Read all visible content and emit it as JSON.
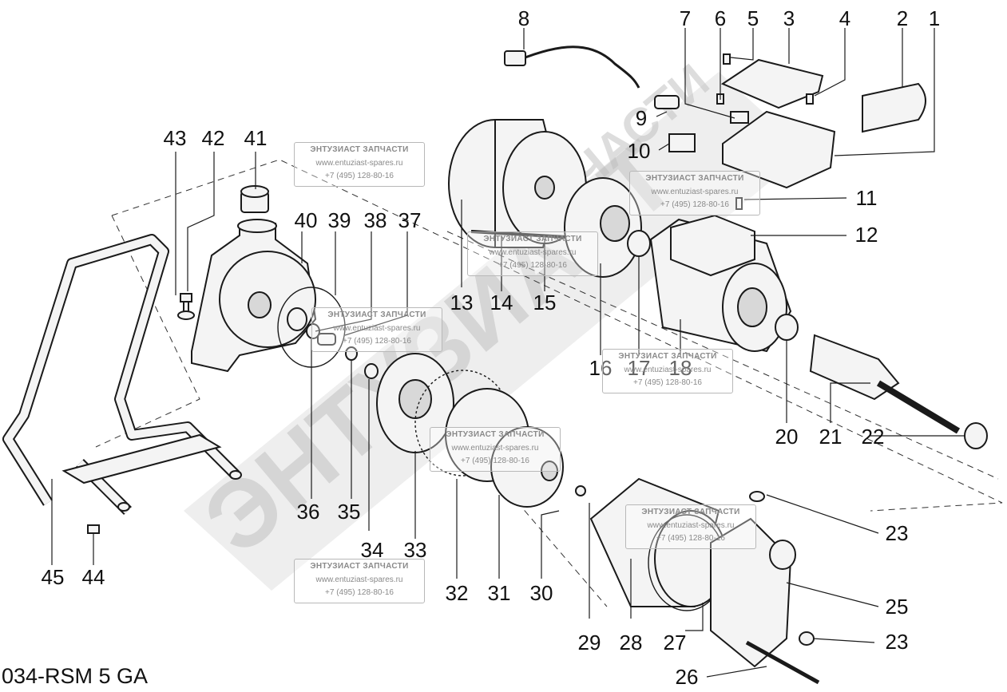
{
  "model_label": "034-RSM 5 GA",
  "callouts": [
    "1",
    "2",
    "3",
    "4",
    "5",
    "6",
    "7",
    "8",
    "9",
    "10",
    "11",
    "12",
    "13",
    "14",
    "15",
    "16",
    "17",
    "18",
    "20",
    "21",
    "22",
    "23",
    "23",
    "25",
    "26",
    "27",
    "28",
    "29",
    "30",
    "31",
    "32",
    "33",
    "34",
    "35",
    "36",
    "37",
    "38",
    "39",
    "40",
    "41",
    "42",
    "43",
    "44",
    "45"
  ],
  "watermark": {
    "big_text": "ЭНТУЗИАСТ",
    "small_text": "ЗАПЧАСТИ",
    "stamp_name": "ЭНТУЗИАСТ ЗАПЧАСТИ",
    "stamp_url": "www.entuziast-spares.ru",
    "stamp_phone": "+7 (495) 128-80-16"
  },
  "colors": {
    "ink": "#1a1a1a",
    "watermark": "#bdbdbd"
  }
}
